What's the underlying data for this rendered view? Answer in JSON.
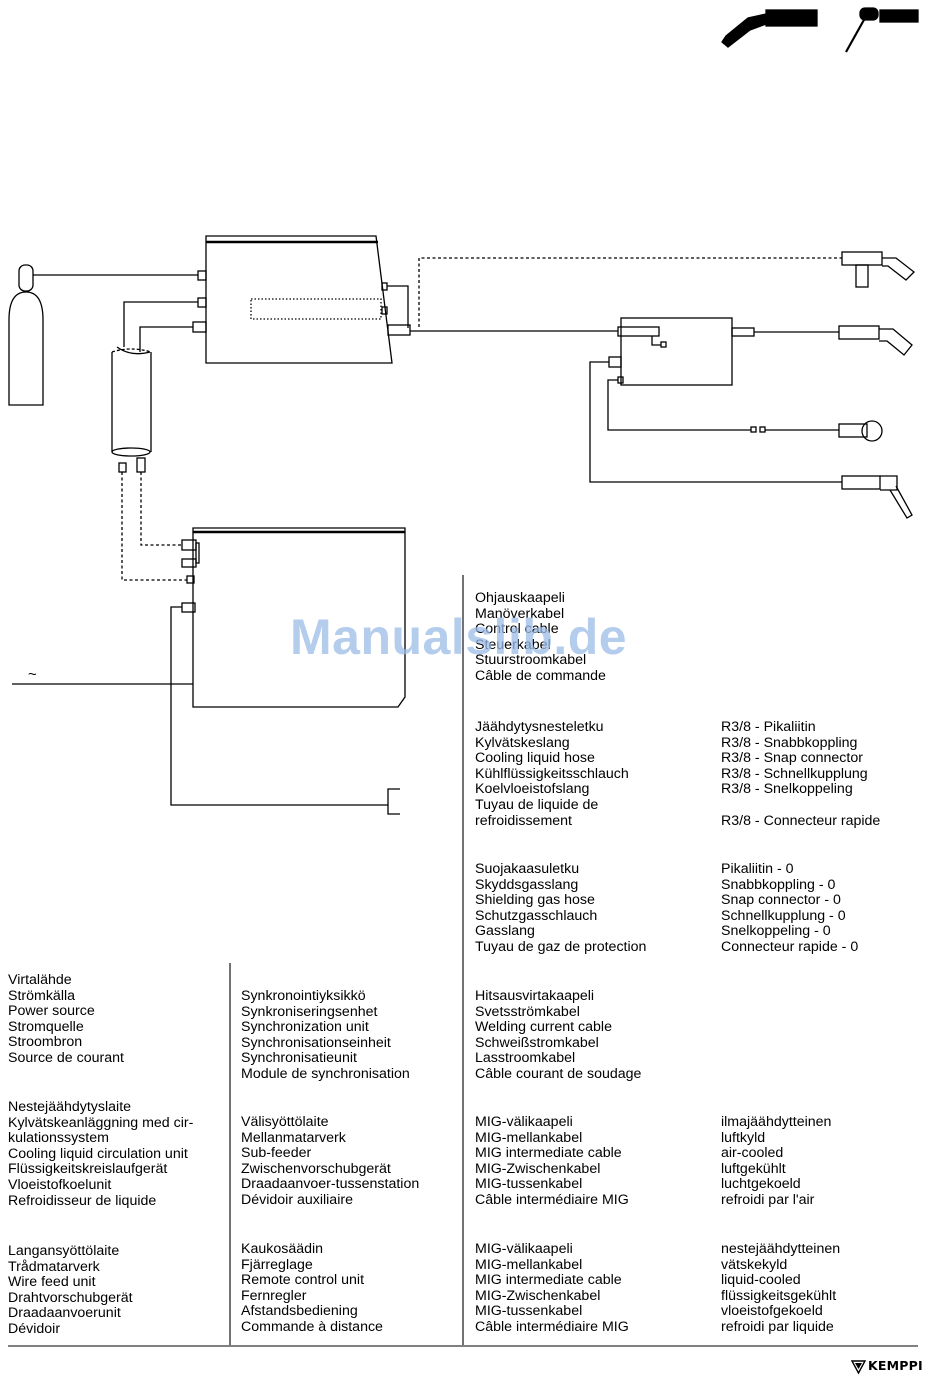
{
  "diagram": {
    "mains_symbol": "~"
  },
  "watermark": "Manualslib.de",
  "logo_text": "KEMPPI",
  "legend": {
    "control_cable": [
      "Ohjauskaapeli",
      "Manöverkabel",
      "Control cable",
      "Steuerkabel",
      "Stuurstroomkabel",
      "Câble de commande"
    ],
    "cooling_hose": [
      "Jäähdytysnesteletku",
      "Kylvätskeslang",
      "Cooling liquid hose",
      "Kühlflüssigkeitsschlauch",
      "Koelvloeistofslang",
      "Tuyau de liquide de",
      "refroidissement"
    ],
    "cooling_connector": [
      "R3/8 - Pikaliitin",
      "R3/8 - Snabbkoppling",
      "R3/8 - Snap connector",
      "R3/8 - Schnellkupplung",
      "R3/8 - Snelkoppeling",
      "",
      "R3/8 - Connecteur rapide"
    ],
    "gas_hose": [
      "Suojakaasuletku",
      "Skyddsgasslang",
      "Shielding gas hose",
      "Schutzgasschlauch",
      "Gasslang",
      "Tuyau de gaz de protection"
    ],
    "gas_connector": [
      "Pikaliitin - 0",
      "Snabbkoppling - 0",
      "Snap connector - 0",
      "Schnellkupplung - 0",
      "Snelkoppeling - 0",
      "Connecteur rapide - 0"
    ],
    "power_source": [
      "Virtalähde",
      "Strömkälla",
      "Power source",
      "Stromquelle",
      "Stroombron",
      "Source de courant"
    ],
    "sync_unit": [
      "Synkronointiyksikkö",
      "Synkroniseringsenhet",
      "Synchronization unit",
      "Synchronisationseinheit",
      "Synchronisatieunit",
      "Module de synchronisation"
    ],
    "welding_cable": [
      "Hitsausvirtakaapeli",
      "Svetsströmkabel",
      "Welding current cable",
      "Schweißstromkabel",
      "Lasstroomkabel",
      "Câble courant de soudage"
    ],
    "cooling_unit": [
      "Nestejäähdytyslaite",
      "Kylvätskeanläggning med cir-",
      "kulationssystem",
      "Cooling liquid circulation unit",
      "Flüssigkeitskreislaufgerät",
      "Vloeistofkoelunit",
      "Refroidisseur de liquide"
    ],
    "sub_feeder": [
      "Välisyöttölaite",
      "Mellanmatarverk",
      "Sub-feeder",
      "Zwischenvorschubgerät",
      "Draadaanvoer-tussenstation",
      "Dévidoir auxiliaire"
    ],
    "mig_cable_air": [
      "MIG-välikaapeli",
      "MIG-mellankabel",
      "MIG intermediate cable",
      "MIG-Zwischenkabel",
      "MIG-tussenkabel",
      "Câble intermédiaire MIG"
    ],
    "air_cooled": [
      "ilmajäähdytteinen",
      "luftkyld",
      "air-cooled",
      "luftgekühlt",
      "luchtgekoeld",
      "refroidi par l'air"
    ],
    "wire_feed": [
      "Langansyöttölaite",
      "Trådmatarverk",
      "Wire feed unit",
      "Drahtvorschubgerät",
      "Draadaanvoerunit",
      "Dévidoir"
    ],
    "remote": [
      "Kaukosäädin",
      "Fjärreglage",
      "Remote control unit",
      "Fernregler",
      "Afstandsbediening",
      "Commande à distance"
    ],
    "mig_cable_liquid": [
      "MIG-välikaapeli",
      "MIG-mellankabel",
      "MIG intermediate cable",
      "MIG-Zwischenkabel",
      "MIG-tussenkabel",
      "Câble intermédiaire MIG"
    ],
    "liquid_cooled": [
      "nestejäähdytteinen",
      "vätskekyld",
      "liquid-cooled",
      "flüssigkeitsgekühlt",
      "vloeistofgekoeld",
      "refroidi par liquide"
    ]
  },
  "colors": {
    "line": "#000000",
    "watermark": "#9dbde8",
    "background": "#ffffff"
  }
}
